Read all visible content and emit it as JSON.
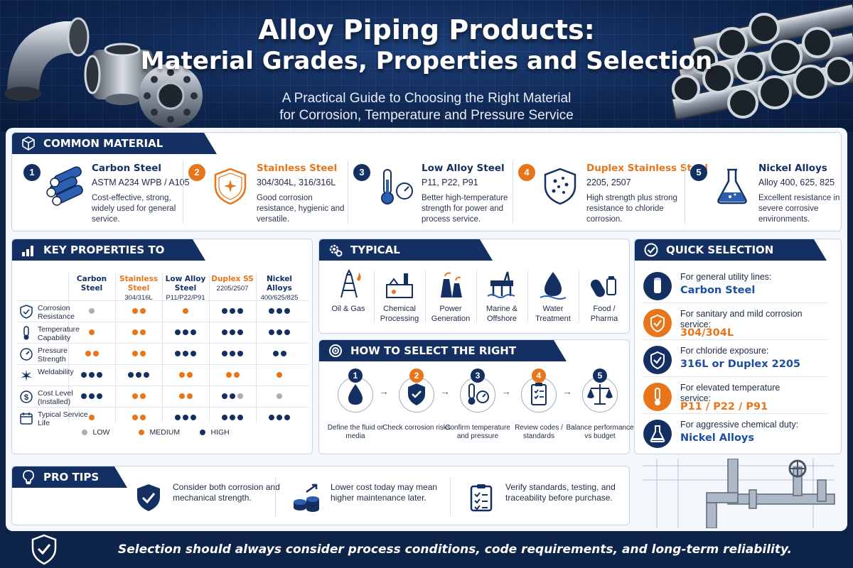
{
  "header": {
    "title_line1": "Alloy Piping Products:",
    "title_line2": "Material Grades, Properties and Selection",
    "subtitle_line1": "A Practical Guide to Choosing the Right Material",
    "subtitle_line2": "for Corrosion, Temperature and Pressure Service"
  },
  "colors": {
    "navy": "#143063",
    "orange": "#e8751a",
    "gray": "#a9adb5",
    "accent_blue": "#1a4ea3"
  },
  "grades": {
    "title": "COMMON MATERIAL GRADES",
    "items": [
      {
        "num": "1",
        "name": "Carbon Steel",
        "spec": "ASTM A234 WPB / A105",
        "desc": "Cost-effective, strong, widely used for general service.",
        "icon": "pipes-icon"
      },
      {
        "num": "2",
        "name": "Stainless Steel",
        "spec": "304/304L, 316/316L",
        "desc": "Good corrosion resistance, hygienic and versatile.",
        "icon": "shield-spark-icon"
      },
      {
        "num": "3",
        "name": "Low Alloy Steel",
        "spec": "P11, P22, P91",
        "desc": "Better high-temperature strength for power and process service.",
        "icon": "thermometer-gauge-icon"
      },
      {
        "num": "4",
        "name": "Duplex Stainless Steel",
        "spec": "2205, 2507",
        "desc": "High strength plus strong resistance to chloride corrosion.",
        "icon": "shield-droplets-icon"
      },
      {
        "num": "5",
        "name": "Nickel Alloys",
        "spec": "Alloy 400, 625, 825",
        "desc": "Excellent resistance in severe corrosive environments.",
        "icon": "flask-icon"
      }
    ]
  },
  "properties": {
    "title": "KEY PROPERTIES TO COMPARE",
    "columns": [
      {
        "name": "Carbon Steel",
        "sub": ""
      },
      {
        "name": "Stainless Steel",
        "sub": "304/316L"
      },
      {
        "name": "Low Alloy Steel",
        "sub": "P11/P22/P91"
      },
      {
        "name": "Duplex SS",
        "sub": "2205/2507"
      },
      {
        "name": "Nickel Alloys",
        "sub": "400/625/825"
      }
    ],
    "rows": [
      {
        "label": "Corrosion Resistance",
        "icon": "shield-check-icon",
        "ratings": [
          [
            "L"
          ],
          [
            "M",
            "M"
          ],
          [
            "M"
          ],
          [
            "H",
            "H",
            "H"
          ],
          [
            "H",
            "H",
            "H"
          ]
        ]
      },
      {
        "label": "Temperature Capability",
        "icon": "thermometer-icon",
        "ratings": [
          [
            "M"
          ],
          [
            "M",
            "M"
          ],
          [
            "H",
            "H",
            "H"
          ],
          [
            "H",
            "H",
            "H"
          ],
          [
            "H",
            "H",
            "H"
          ]
        ]
      },
      {
        "label": "Pressure Strength",
        "icon": "gauge-icon",
        "ratings": [
          [
            "M",
            "M"
          ],
          [
            "M",
            "M"
          ],
          [
            "H",
            "H",
            "H"
          ],
          [
            "H",
            "H",
            "H"
          ],
          [
            "H",
            "H"
          ]
        ]
      },
      {
        "label": "Weldability",
        "icon": "spark-icon",
        "ratings": [
          [
            "H",
            "H",
            "H"
          ],
          [
            "H",
            "H",
            "H"
          ],
          [
            "M",
            "M"
          ],
          [
            "M",
            "M"
          ],
          [
            "M"
          ]
        ]
      },
      {
        "label": "Cost Level (Installed)",
        "icon": "dollar-icon",
        "ratings": [
          [
            "H",
            "H",
            "H"
          ],
          [
            "M",
            "M"
          ],
          [
            "M",
            "M"
          ],
          [
            "H",
            "H",
            "L"
          ],
          [
            "L"
          ]
        ]
      },
      {
        "label": "Typical Service Life",
        "icon": "calendar-icon",
        "ratings": [
          [
            "M"
          ],
          [
            "M",
            "M"
          ],
          [
            "H",
            "H",
            "H"
          ],
          [
            "H",
            "H",
            "H"
          ],
          [
            "H",
            "H",
            "H"
          ]
        ]
      }
    ],
    "legend": {
      "low": "LOW",
      "medium": "MEDIUM",
      "high": "HIGH"
    }
  },
  "applications": {
    "title": "TYPICAL APPLICATIONS",
    "items": [
      {
        "label1": "Oil & Gas",
        "label2": "",
        "icon": "oil-rig-icon"
      },
      {
        "label1": "Chemical",
        "label2": "Processing",
        "icon": "chemical-plant-icon"
      },
      {
        "label1": "Power",
        "label2": "Generation",
        "icon": "power-plant-icon"
      },
      {
        "label1": "Marine &",
        "label2": "Offshore",
        "icon": "offshore-platform-icon"
      },
      {
        "label1": "Water",
        "label2": "Treatment",
        "icon": "water-drop-icon"
      },
      {
        "label1": "Food /",
        "label2": "Pharma",
        "icon": "pill-icon"
      }
    ]
  },
  "howto": {
    "title": "HOW TO SELECT THE RIGHT MATERIAL",
    "steps": [
      {
        "num": "1",
        "label": "Define the fluid or media",
        "icon": "drop-icon"
      },
      {
        "num": "2",
        "label": "Check corrosion risks",
        "icon": "shield-check-icon"
      },
      {
        "num": "3",
        "label": "Confirm temperature and pressure",
        "icon": "thermometer-gauge-icon"
      },
      {
        "num": "4",
        "label": "Review codes / standards",
        "icon": "clipboard-icon"
      },
      {
        "num": "5",
        "label": "Balance performance vs budget",
        "icon": "scales-icon"
      }
    ]
  },
  "quick": {
    "title": "QUICK SELECTION GUIDE",
    "items": [
      {
        "small": "For general utility lines:",
        "big": "Carbon Steel",
        "icon": "pipe-icon"
      },
      {
        "small": "For sanitary and mild corrosion service:",
        "big": "304/304L",
        "icon": "shield-check-icon"
      },
      {
        "small": "For chloride exposure:",
        "big": "316L or Duplex 2205",
        "icon": "shield-check-icon"
      },
      {
        "small": "For elevated temperature service:",
        "big": "P11 / P22 / P91",
        "icon": "thermometer-icon"
      },
      {
        "small": "For aggressive chemical duty:",
        "big": "Nickel Alloys",
        "icon": "flask-icon"
      }
    ]
  },
  "tips": {
    "title": "PRO TIPS",
    "items": [
      {
        "text": "Consider both corrosion and mechanical strength.",
        "icon": "shield-check-icon"
      },
      {
        "text": "Lower cost today may mean higher maintenance later.",
        "icon": "coins-arrow-icon"
      },
      {
        "text": "Verify standards, testing, and traceability before purchase.",
        "icon": "checklist-icon"
      }
    ]
  },
  "footer": {
    "text": "Selection should always consider process conditions, code requirements, and long-term reliability."
  }
}
